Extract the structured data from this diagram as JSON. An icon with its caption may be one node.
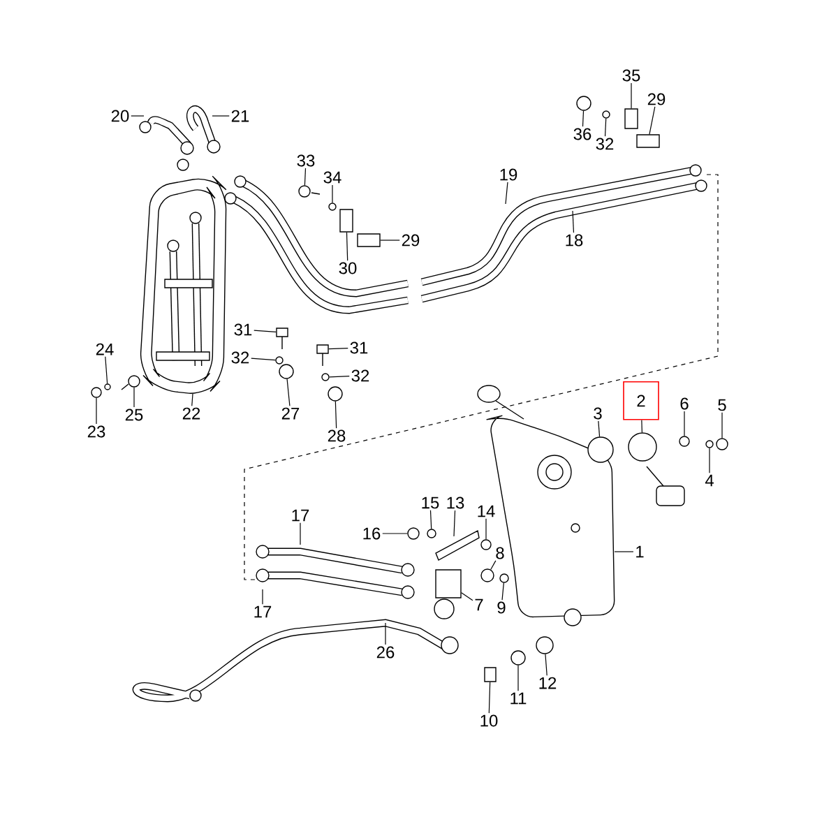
{
  "diagram": {
    "nodes": [
      {
        "text": [
          "35"
        ]
      },
      {
        "text": [
          "29"
        ]
      },
      {
        "text": [
          "20"
        ]
      },
      {
        "text": [
          "21"
        ]
      },
      {
        "text": [
          "36"
        ]
      },
      {
        "text": [
          "32"
        ]
      },
      {
        "text": [
          "33"
        ]
      },
      {
        "text": [
          "19"
        ]
      },
      {
        "text": [
          "34"
        ]
      },
      {
        "text": [
          "18"
        ]
      },
      {
        "text": [
          "29"
        ]
      },
      {
        "text": [
          "30"
        ]
      },
      {
        "text": [
          "31"
        ]
      },
      {
        "text": [
          "31"
        ]
      },
      {
        "text": [
          "24"
        ]
      },
      {
        "text": [
          "32"
        ]
      },
      {
        "text": [
          "32"
        ]
      },
      {
        "text": [
          "2"
        ]
      },
      {
        "text": [
          "22"
        ]
      },
      {
        "text": [
          "6"
        ]
      },
      {
        "text": [
          "5"
        ]
      },
      {
        "text": [
          "27"
        ]
      },
      {
        "text": [
          "25"
        ]
      },
      {
        "text": [
          "3"
        ]
      },
      {
        "text": [
          "23"
        ]
      },
      {
        "text": [
          "28"
        ]
      },
      {
        "text": [
          "4"
        ]
      },
      {
        "text": [
          "15"
        ]
      },
      {
        "text": [
          "13"
        ]
      },
      {
        "text": [
          "14"
        ]
      },
      {
        "text": [
          "17"
        ]
      },
      {
        "text": [
          "16"
        ]
      },
      {
        "text": [
          "1"
        ]
      },
      {
        "text": [
          "8"
        ]
      },
      {
        "text": [
          "7"
        ]
      },
      {
        "text": [
          "9"
        ]
      },
      {
        "text": [
          "17"
        ]
      },
      {
        "text": [
          "26"
        ]
      },
      {
        "text": [
          "12"
        ]
      },
      {
        "text": [
          "11"
        ]
      },
      {
        "text": [
          "10"
        ]
      },
      {
        "text": [],
        "shape": "box"
      },
      {
        "text": [],
        "shape": "box"
      },
      {
        "text": [],
        "shape": "circle"
      },
      {
        "text": [],
        "shape": "circle"
      },
      {
        "text": [],
        "shape": "circle"
      },
      {
        "text": [],
        "shape": "circle"
      },
      {
        "text": [],
        "shape": "box"
      },
      {
        "text": [],
        "shape": "box"
      },
      {
        "text": [],
        "shape": "box"
      },
      {
        "text": [],
        "shape": "box"
      },
      {
        "text": [],
        "shape": "circle"
      },
      {
        "text": [],
        "shape": "circle"
      },
      {
        "text": [],
        "shape": "circle"
      },
      {
        "text": [],
        "shape": "circle"
      },
      {
        "text": [],
        "shape": "circle"
      },
      {
        "text": [],
        "shape": "circle"
      },
      {
        "text": [],
        "shape": "circle"
      },
      {
        "text": [],
        "shape": "circle"
      },
      {
        "text": [],
        "shape": "circle"
      },
      {
        "text": [],
        "shape": "circle"
      },
      {
        "text": [],
        "shape": "circle"
      },
      {
        "text": [],
        "shape": "circle"
      },
      {
        "text": [],
        "shape": "circle"
      },
      {
        "text": [],
        "shape": "circle"
      },
      {
        "text": [],
        "shape": "circle"
      },
      {
        "text": [],
        "shape": "circle"
      },
      {
        "text": [],
        "shape": "box"
      },
      {
        "text": [],
        "shape": "circle"
      },
      {
        "text": [],
        "shape": "circle"
      },
      {
        "text": [],
        "shape": "circle"
      },
      {
        "text": [],
        "shape": "box"
      }
    ],
    "edges": [
      {
        "from": 0,
        "to": 41,
        "arrow": "none"
      },
      {
        "from": 1,
        "to": 42,
        "arrow": "none"
      },
      {
        "from": 2,
        "to": null,
        "arrow": "none"
      },
      {
        "from": 3,
        "to": null,
        "arrow": "none"
      },
      {
        "from": 4,
        "to": 43,
        "arrow": "none"
      },
      {
        "from": 5,
        "to": 44,
        "arrow": "none"
      },
      {
        "from": 6,
        "to": 45,
        "arrow": "none"
      },
      {
        "from": 7,
        "to": null,
        "arrow": "none"
      },
      {
        "from": 8,
        "to": 46,
        "arrow": "none"
      },
      {
        "from": 9,
        "to": null,
        "arrow": "none"
      },
      {
        "from": 10,
        "to": 47,
        "arrow": "none"
      },
      {
        "from": 11,
        "to": 48,
        "arrow": "none"
      },
      {
        "from": 12,
        "to": 49,
        "arrow": "none"
      },
      {
        "from": 13,
        "to": 50,
        "arrow": "none"
      },
      {
        "from": 14,
        "to": 51,
        "arrow": "none"
      },
      {
        "from": 15,
        "to": 52,
        "arrow": "none"
      },
      {
        "from": 16,
        "to": 53,
        "arrow": "none"
      },
      {
        "from": 17,
        "to": 54,
        "arrow": "none"
      },
      {
        "from": 18,
        "to": null,
        "arrow": "none"
      },
      {
        "from": 19,
        "to": 55,
        "arrow": "none"
      },
      {
        "from": 20,
        "to": 56,
        "arrow": "none"
      },
      {
        "from": 21,
        "to": 57,
        "arrow": "none"
      },
      {
        "from": 22,
        "to": 58,
        "arrow": "none"
      },
      {
        "from": 23,
        "to": 59,
        "arrow": "none"
      },
      {
        "from": 24,
        "to": 60,
        "arrow": "none"
      },
      {
        "from": 25,
        "to": 61,
        "arrow": "none"
      },
      {
        "from": 26,
        "to": 62,
        "arrow": "none"
      },
      {
        "from": 27,
        "to": 63,
        "arrow": "none"
      },
      {
        "from": 28,
        "to": null,
        "arrow": "none"
      },
      {
        "from": 29,
        "to": 64,
        "arrow": "none"
      },
      {
        "from": 30,
        "to": null,
        "arrow": "none"
      },
      {
        "from": 31,
        "to": 65,
        "arrow": "none"
      },
      {
        "from": 32,
        "to": null,
        "arrow": "none"
      },
      {
        "from": 33,
        "to": 66,
        "arrow": "none"
      },
      {
        "from": 34,
        "to": 67,
        "arrow": "none"
      },
      {
        "from": 35,
        "to": 68,
        "arrow": "none"
      },
      {
        "from": 36,
        "to": null,
        "arrow": "none"
      },
      {
        "from": 37,
        "to": null,
        "arrow": "none"
      },
      {
        "from": 38,
        "to": 69,
        "arrow": "none"
      },
      {
        "from": 39,
        "to": 70,
        "arrow": "none"
      },
      {
        "from": 40,
        "to": 71,
        "arrow": "none"
      }
    ]
  }
}
